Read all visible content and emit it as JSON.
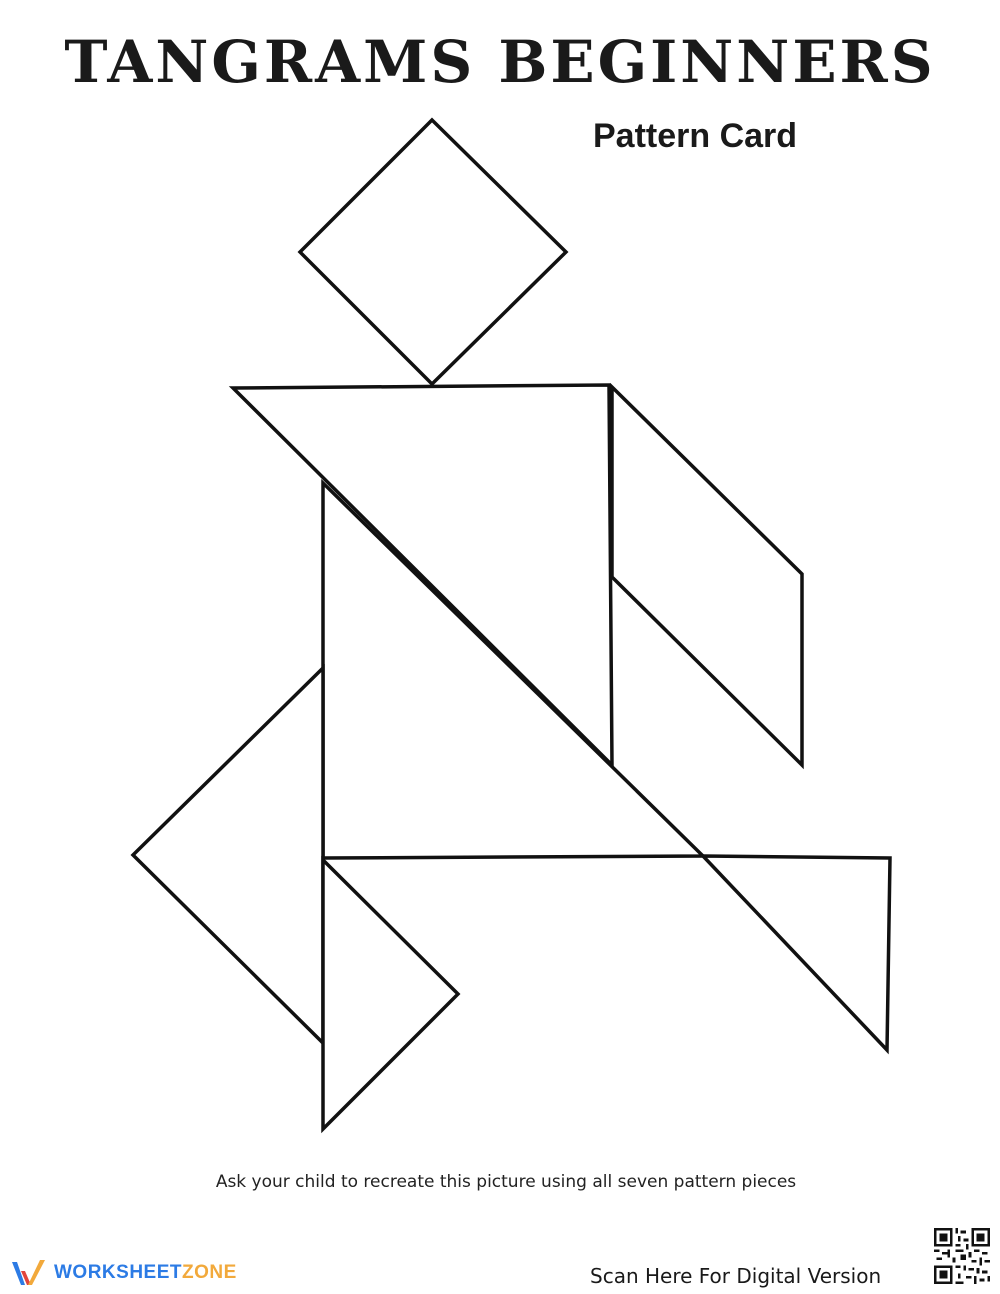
{
  "header": {
    "title": "TANGRAMS BEGINNERS",
    "subtitle": "Pattern Card"
  },
  "instruction": "Ask your child to recreate this picture using all seven pattern pieces",
  "footer": {
    "brand_part1": "WORKSHEET",
    "brand_part2": "ZONE",
    "scan_text": "Scan Here For Digital Version",
    "brand_colors": {
      "primary": "#2c7be5",
      "accent": "#f2a93b"
    }
  },
  "figure": {
    "stroke_color": "#111111",
    "fill_color": "#ffffff"
  }
}
